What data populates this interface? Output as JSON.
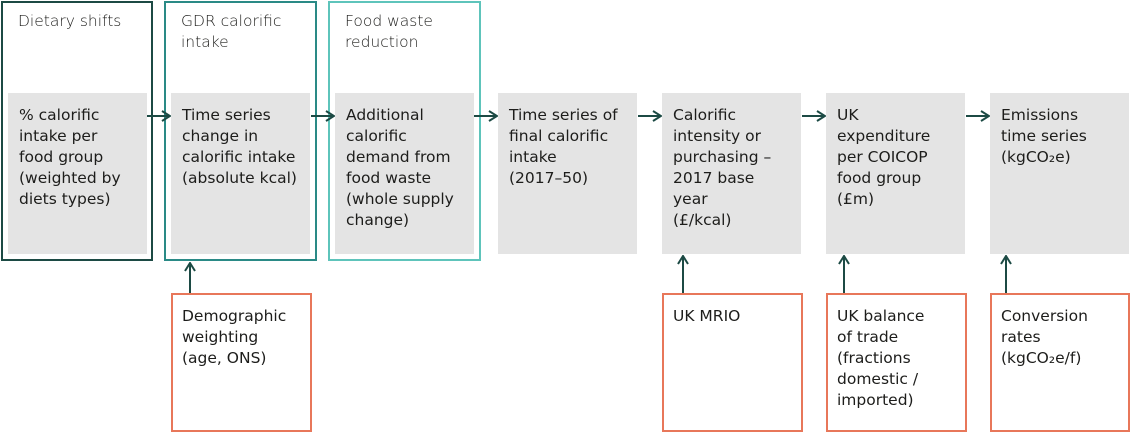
{
  "colors": {
    "frame_dark": "#1c4a44",
    "frame_teal_dark": "#2a8a86",
    "frame_teal_light": "#5ec4bb",
    "grey_fill": "#e4e4e4",
    "input_border": "#e8775a",
    "arrow": "#1c4a44"
  },
  "frames": [
    {
      "label": "Dietary shifts"
    },
    {
      "label": "GDR calorific\nintake"
    },
    {
      "label": "Food waste\nreduction"
    }
  ],
  "steps": [
    {
      "text": "% calorific\nintake per\nfood group\n(weighted by\ndiets types)"
    },
    {
      "text": "Time series\nchange in\ncalorific intake\n(absolute kcal)"
    },
    {
      "text": "Additional\ncalorific\ndemand from\nfood waste\n(whole supply\nchange)"
    },
    {
      "text": "Time series of\nfinal calorific\nintake\n(2017–50)"
    },
    {
      "text": "Calorific\nintensity or\npurchasing –\n2017 base year\n(£/kcal)"
    },
    {
      "text": "UK\nexpenditure\nper COICOP\nfood group\n(£m)"
    },
    {
      "text": "Emissions\ntime series\n(kgCO₂e)"
    }
  ],
  "inputs": [
    {
      "text": "Demographic\nweighting\n(age, ONS)"
    },
    {
      "text": "UK MRIO"
    },
    {
      "text": "UK balance\nof trade\n(fractions\ndomestic /\nimported)"
    },
    {
      "text": "Conversion\nrates\n(kgCO₂e/f)"
    }
  ]
}
